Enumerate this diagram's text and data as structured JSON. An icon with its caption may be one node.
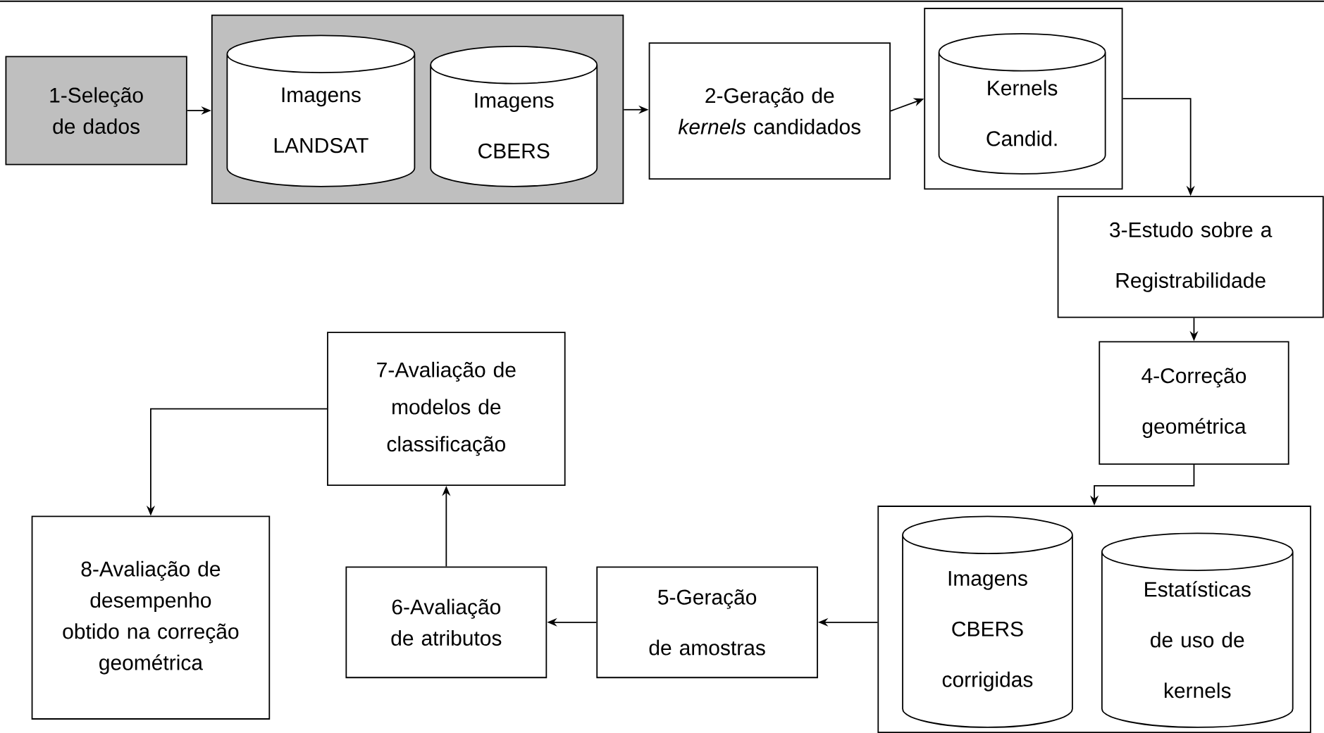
{
  "diagram": {
    "nodes": [
      {
        "text": [
          "1-Seleção de dados"
        ]
      },
      {
        "text": [],
        "shape": "box"
      },
      {
        "text": [
          "Imagens LANDSAT"
        ],
        "in": 1
      },
      {
        "text": [
          "Imagens CBERS"
        ],
        "in": 1
      },
      {
        "text": [
          "2-Geração de *kernels* candidados"
        ]
      },
      {
        "text": [],
        "shape": "box"
      },
      {
        "text": [
          "Kernels Candid."
        ],
        "in": 5
      },
      {
        "text": [
          "3-Estudo sobre a Registrabilidade"
        ]
      },
      {
        "text": [
          "4-Correção geométrica"
        ]
      },
      {
        "text": [],
        "shape": "box"
      },
      {
        "text": [
          "Imagens CBERS corrigidas"
        ],
        "in": 9
      },
      {
        "text": [
          "Estatísticas de uso de kernels"
        ],
        "in": 9
      },
      {
        "text": [
          "5-Geração de amostras"
        ]
      },
      {
        "text": [
          "6-Avaliação de atributos"
        ]
      },
      {
        "text": [
          "7-Avaliação de modelos de classificação"
        ]
      },
      {
        "text": [
          "8-Avaliação de desempenho obtido na correção geométrica"
        ]
      }
    ],
    "edges": [
      {
        "from": 0,
        "to": 1,
        "arrow": "to"
      },
      {
        "from": 1,
        "to": 4,
        "arrow": "to"
      },
      {
        "from": 4,
        "to": 5,
        "arrow": "to"
      },
      {
        "from": 5,
        "to": 7,
        "arrow": "to"
      },
      {
        "from": 7,
        "to": 8,
        "arrow": "to"
      },
      {
        "from": 8,
        "to": 9,
        "arrow": "to"
      },
      {
        "from": 9,
        "to": 12,
        "arrow": "to"
      },
      {
        "from": 12,
        "to": 13,
        "arrow": "to"
      },
      {
        "from": 13,
        "to": 14,
        "arrow": "to"
      },
      {
        "from": 14,
        "to": 15,
        "arrow": "to"
      }
    ]
  }
}
